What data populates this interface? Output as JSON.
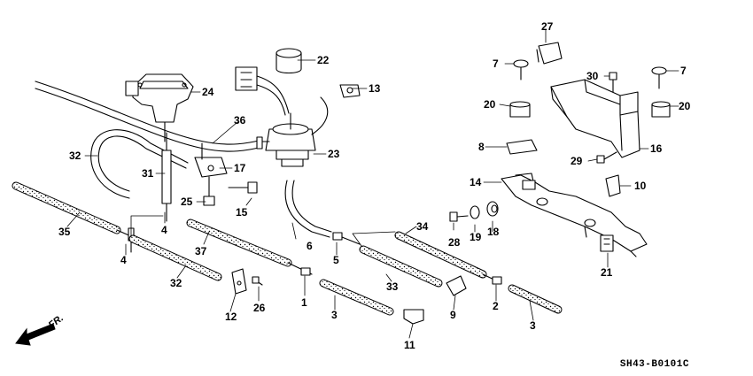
{
  "diagram": {
    "code": "SH43-B0101C",
    "direction_label": "FR.",
    "callouts": [
      {
        "id": "c27",
        "label": "27"
      },
      {
        "id": "c22",
        "label": "22"
      },
      {
        "id": "c7a",
        "label": "7"
      },
      {
        "id": "c7b",
        "label": "7"
      },
      {
        "id": "c13",
        "label": "13"
      },
      {
        "id": "c30",
        "label": "30"
      },
      {
        "id": "c24",
        "label": "24"
      },
      {
        "id": "c20a",
        "label": "20"
      },
      {
        "id": "c20b",
        "label": "20"
      },
      {
        "id": "c36",
        "label": "36"
      },
      {
        "id": "c8",
        "label": "8"
      },
      {
        "id": "c16",
        "label": "16"
      },
      {
        "id": "c23",
        "label": "23"
      },
      {
        "id": "c32a",
        "label": "32"
      },
      {
        "id": "c17",
        "label": "17"
      },
      {
        "id": "c31",
        "label": "31"
      },
      {
        "id": "c29",
        "label": "29"
      },
      {
        "id": "c14",
        "label": "14"
      },
      {
        "id": "c10",
        "label": "10"
      },
      {
        "id": "c25",
        "label": "25"
      },
      {
        "id": "c15",
        "label": "15"
      },
      {
        "id": "c4a",
        "label": "4"
      },
      {
        "id": "c35",
        "label": "35"
      },
      {
        "id": "c6",
        "label": "6"
      },
      {
        "id": "c34",
        "label": "34"
      },
      {
        "id": "c19",
        "label": "19"
      },
      {
        "id": "c18",
        "label": "18"
      },
      {
        "id": "c28",
        "label": "28"
      },
      {
        "id": "c37",
        "label": "37"
      },
      {
        "id": "c5",
        "label": "5"
      },
      {
        "id": "c4b",
        "label": "4"
      },
      {
        "id": "c21",
        "label": "21"
      },
      {
        "id": "c32b",
        "label": "32"
      },
      {
        "id": "c33",
        "label": "33"
      },
      {
        "id": "c26",
        "label": "26"
      },
      {
        "id": "c1",
        "label": "1"
      },
      {
        "id": "c2",
        "label": "2"
      },
      {
        "id": "c12",
        "label": "12"
      },
      {
        "id": "c3a",
        "label": "3"
      },
      {
        "id": "c9",
        "label": "9"
      },
      {
        "id": "c3b",
        "label": "3"
      },
      {
        "id": "c11",
        "label": "11"
      }
    ]
  }
}
